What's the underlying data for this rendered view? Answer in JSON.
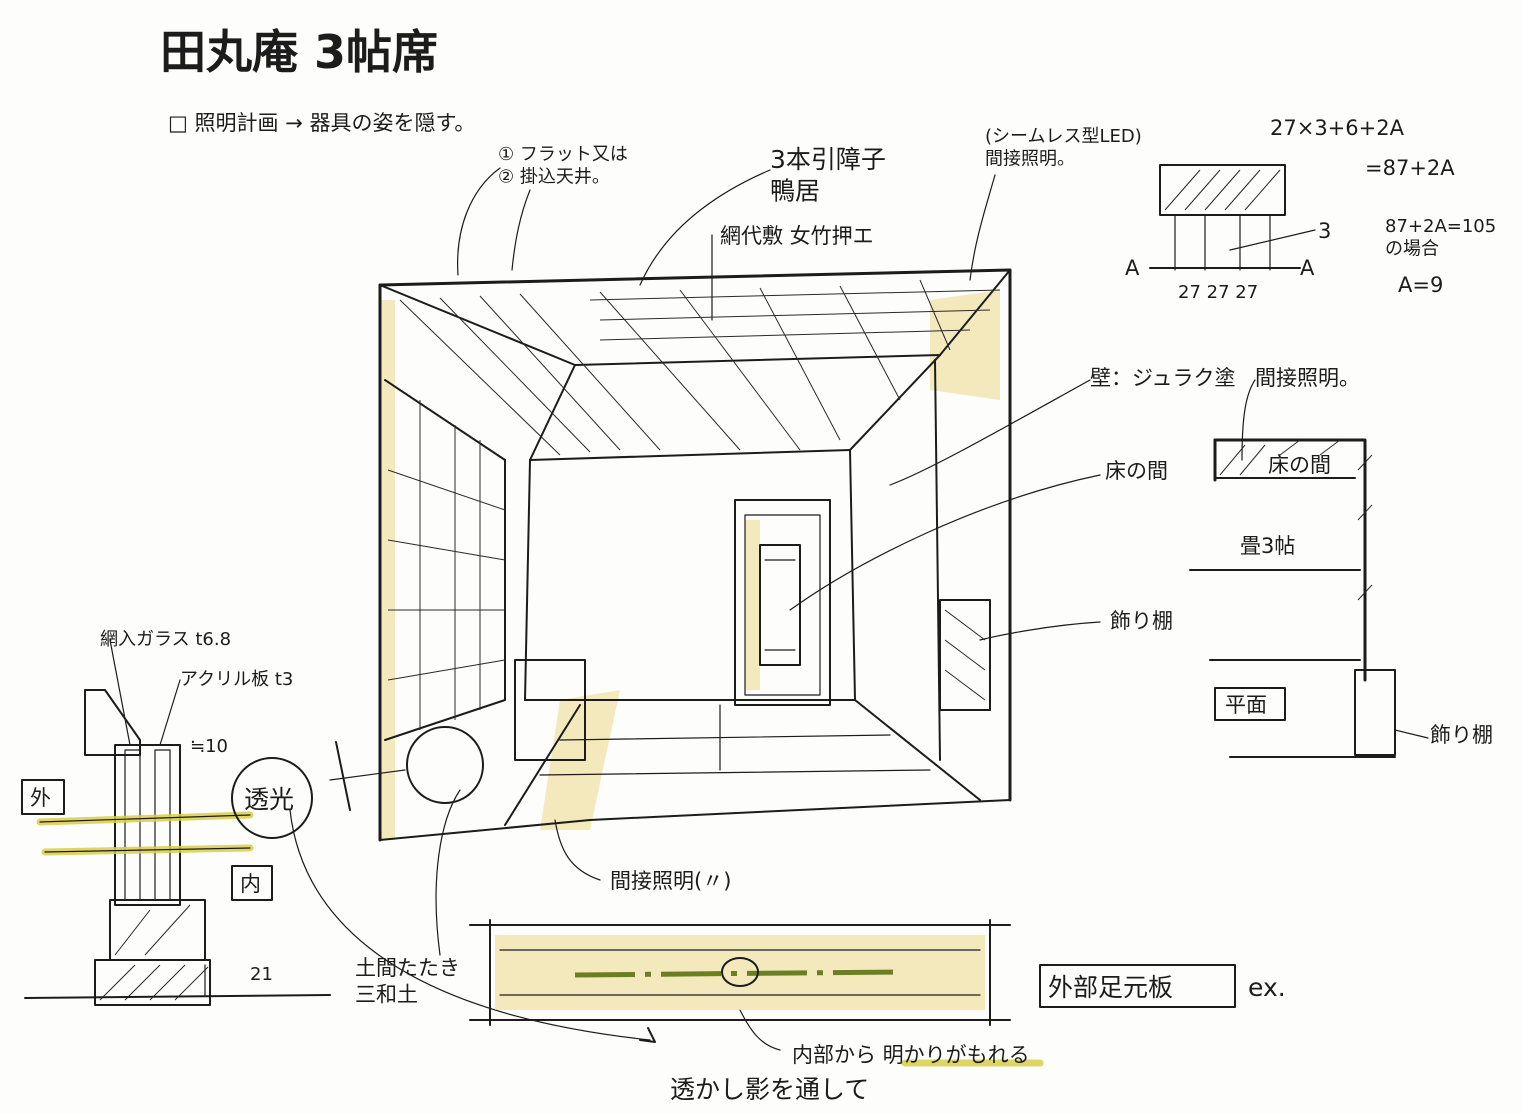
{
  "colors": {
    "ink": "#1c1c1c",
    "paper": "#fdfdfb",
    "highlight": "#ecd98a",
    "light_beam": "#d9cf4a",
    "ground": "#6a7f22"
  },
  "title": "田丸庵 3帖席",
  "subtitle": "□ 照明計画 → 器具の姿を隠す。",
  "labels": {
    "ceiling_option": "① フラット又は\n② 掛込天井。",
    "sliding_door": "3本引障子\n鴨居",
    "ajiro": "網代敷 女竹押エ",
    "seamless_led": "(シームレス型LED)\n間接照明。",
    "wall": "壁：ジュラク塗",
    "indirect_plan": "間接照明。",
    "tokonoma": "床の間",
    "decor_shelf": "飾り棚",
    "indirect_floor": "間接照明(〃)",
    "doma": "土間たたき\n三和土",
    "inner_light": "内部から 明かりがもれる",
    "through_shadow": "透かし影を通して",
    "glass": "網入ガラス t6.8",
    "acrylic": "アクリル板 t3",
    "dim_10": "≒10",
    "dim_21": "21",
    "outside": "外",
    "inside": "内",
    "transmit": "透光",
    "foot_board": "外部足元板",
    "foot_board_ex": "ex."
  },
  "plan": {
    "tokonoma": "床の間",
    "tatami": "畳3帖",
    "title": "平面",
    "shelf": "飾り棚"
  },
  "detail": {
    "formula1": "27×3+6+2A",
    "formula2": "=87+2A",
    "condition": "87+2A=105\nの場合",
    "result": "A=9",
    "dim3": "3",
    "a_left": "A",
    "a_right": "A",
    "sub": "27 27 27"
  }
}
